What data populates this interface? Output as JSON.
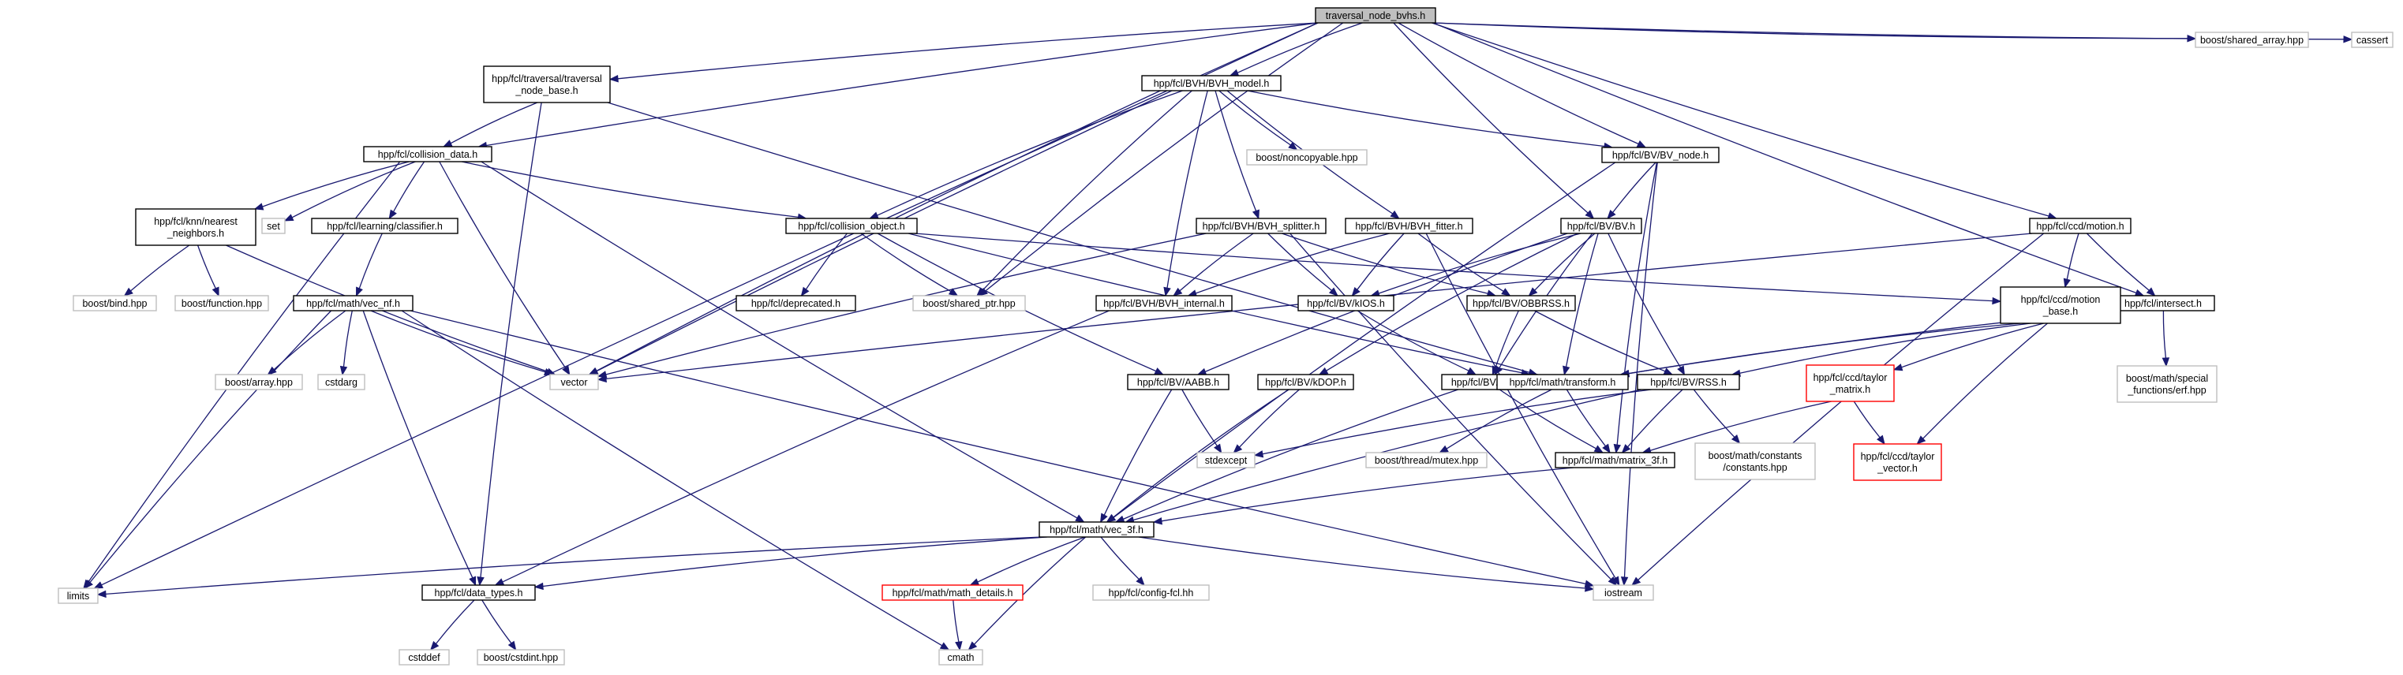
{
  "colors": {
    "edge": "#191970",
    "root_fill": "#bfbfbf",
    "root_border": "#000000",
    "documented_border": "#000000",
    "external_border": "#bfbfbf",
    "missing_border": "#ff0000",
    "node_fill": "#ffffff"
  },
  "nodes": [
    {
      "id": "root",
      "lines": [
        "traversal_node_bvhs.h"
      ],
      "kind": "root"
    },
    {
      "id": "limits",
      "lines": [
        "limits"
      ],
      "kind": "external"
    },
    {
      "id": "tnb",
      "lines": [
        "hpp/fcl/traversal/traversal",
        "_node_base.h"
      ],
      "kind": "documented"
    },
    {
      "id": "cd",
      "lines": [
        "hpp/fcl/collision_data.h"
      ],
      "kind": "documented"
    },
    {
      "id": "vector",
      "lines": [
        "vector"
      ],
      "kind": "external"
    },
    {
      "id": "bvhmodel",
      "lines": [
        "hpp/fcl/BVH/BVH_model.h"
      ],
      "kind": "documented"
    },
    {
      "id": "sharedarr",
      "lines": [
        "boost/shared_array.hpp"
      ],
      "kind": "external"
    },
    {
      "id": "cassert",
      "lines": [
        "cassert"
      ],
      "kind": "external"
    },
    {
      "id": "bvnode",
      "lines": [
        "hpp/fcl/BV/BV_node.h"
      ],
      "kind": "documented"
    },
    {
      "id": "noncopy",
      "lines": [
        "boost/noncopyable.hpp"
      ],
      "kind": "external"
    },
    {
      "id": "knn",
      "lines": [
        "hpp/fcl/knn/nearest",
        "_neighbors.h"
      ],
      "kind": "documented"
    },
    {
      "id": "set",
      "lines": [
        "set"
      ],
      "kind": "external"
    },
    {
      "id": "classifier",
      "lines": [
        "hpp/fcl/learning/classifier.h"
      ],
      "kind": "documented"
    },
    {
      "id": "colobj",
      "lines": [
        "hpp/fcl/collision_object.h"
      ],
      "kind": "documented"
    },
    {
      "id": "splitter",
      "lines": [
        "hpp/fcl/BVH/BVH_splitter.h"
      ],
      "kind": "documented"
    },
    {
      "id": "fitter",
      "lines": [
        "hpp/fcl/BVH/BVH_fitter.h"
      ],
      "kind": "documented"
    },
    {
      "id": "bv",
      "lines": [
        "hpp/fcl/BV/BV.h"
      ],
      "kind": "documented"
    },
    {
      "id": "motion",
      "lines": [
        "hpp/fcl/ccd/motion.h"
      ],
      "kind": "documented"
    },
    {
      "id": "intersect",
      "lines": [
        "hpp/fcl/intersect.h"
      ],
      "kind": "documented"
    },
    {
      "id": "bind",
      "lines": [
        "boost/bind.hpp"
      ],
      "kind": "external"
    },
    {
      "id": "func",
      "lines": [
        "boost/function.hpp"
      ],
      "kind": "external"
    },
    {
      "id": "vecnf",
      "lines": [
        "hpp/fcl/math/vec_nf.h"
      ],
      "kind": "documented"
    },
    {
      "id": "deprecated",
      "lines": [
        "hpp/fcl/deprecated.h"
      ],
      "kind": "documented"
    },
    {
      "id": "sharedptr",
      "lines": [
        "boost/shared_ptr.hpp"
      ],
      "kind": "external"
    },
    {
      "id": "bvhinternal",
      "lines": [
        "hpp/fcl/BVH/BVH_internal.h"
      ],
      "kind": "documented"
    },
    {
      "id": "kios",
      "lines": [
        "hpp/fcl/BV/kIOS.h"
      ],
      "kind": "documented"
    },
    {
      "id": "obbrss",
      "lines": [
        "hpp/fcl/BV/OBBRSS.h"
      ],
      "kind": "documented"
    },
    {
      "id": "motionbase",
      "lines": [
        "hpp/fcl/ccd/motion",
        "_base.h"
      ],
      "kind": "documented"
    },
    {
      "id": "boostarray",
      "lines": [
        "boost/array.hpp"
      ],
      "kind": "external"
    },
    {
      "id": "cstdarg",
      "lines": [
        "cstdarg"
      ],
      "kind": "external"
    },
    {
      "id": "aabb",
      "lines": [
        "hpp/fcl/BV/AABB.h"
      ],
      "kind": "documented"
    },
    {
      "id": "kdop",
      "lines": [
        "hpp/fcl/BV/kDOP.h"
      ],
      "kind": "documented"
    },
    {
      "id": "obb",
      "lines": [
        "hpp/fcl/BV/OBB.h"
      ],
      "kind": "documented"
    },
    {
      "id": "transform",
      "lines": [
        "hpp/fcl/math/transform.h"
      ],
      "kind": "documented"
    },
    {
      "id": "rss",
      "lines": [
        "hpp/fcl/BV/RSS.h"
      ],
      "kind": "documented"
    },
    {
      "id": "taylormatrix",
      "lines": [
        "hpp/fcl/ccd/taylor",
        "_matrix.h"
      ],
      "kind": "missing"
    },
    {
      "id": "erf",
      "lines": [
        "boost/math/special",
        "_functions/erf.hpp"
      ],
      "kind": "external"
    },
    {
      "id": "stdexcept",
      "lines": [
        "stdexcept"
      ],
      "kind": "external"
    },
    {
      "id": "mutex",
      "lines": [
        "boost/thread/mutex.hpp"
      ],
      "kind": "external"
    },
    {
      "id": "matrix3f",
      "lines": [
        "hpp/fcl/math/matrix_3f.h"
      ],
      "kind": "documented"
    },
    {
      "id": "constants",
      "lines": [
        "boost/math/constants",
        "/constants.hpp"
      ],
      "kind": "external"
    },
    {
      "id": "taylorvector",
      "lines": [
        "hpp/fcl/ccd/taylor",
        "_vector.h"
      ],
      "kind": "missing"
    },
    {
      "id": "vec3f",
      "lines": [
        "hpp/fcl/math/vec_3f.h"
      ],
      "kind": "documented"
    },
    {
      "id": "datatypes",
      "lines": [
        "hpp/fcl/data_types.h"
      ],
      "kind": "documented"
    },
    {
      "id": "mathdetails",
      "lines": [
        "hpp/fcl/math/math_details.h"
      ],
      "kind": "missing"
    },
    {
      "id": "config",
      "lines": [
        "hpp/fcl/config-fcl.hh"
      ],
      "kind": "external"
    },
    {
      "id": "iostream",
      "lines": [
        "iostream"
      ],
      "kind": "external"
    },
    {
      "id": "cstddef",
      "lines": [
        "cstddef"
      ],
      "kind": "external"
    },
    {
      "id": "cstdint",
      "lines": [
        "boost/cstdint.hpp"
      ],
      "kind": "external"
    },
    {
      "id": "cmath",
      "lines": [
        "cmath"
      ],
      "kind": "external"
    }
  ],
  "edges": [
    [
      "root",
      "limits"
    ],
    [
      "root",
      "tnb"
    ],
    [
      "root",
      "cd"
    ],
    [
      "root",
      "vector"
    ],
    [
      "root",
      "bvhmodel"
    ],
    [
      "root",
      "sharedarr"
    ],
    [
      "root",
      "cassert"
    ],
    [
      "root",
      "bvnode"
    ],
    [
      "root",
      "bv"
    ],
    [
      "root",
      "motion"
    ],
    [
      "root",
      "intersect"
    ],
    [
      "root",
      "sharedptr"
    ],
    [
      "tnb",
      "cd"
    ],
    [
      "tnb",
      "datatypes"
    ],
    [
      "tnb",
      "transform"
    ],
    [
      "cd",
      "colobj"
    ],
    [
      "cd",
      "knn"
    ],
    [
      "cd",
      "set"
    ],
    [
      "cd",
      "classifier"
    ],
    [
      "cd",
      "vector"
    ],
    [
      "cd",
      "limits"
    ],
    [
      "cd",
      "vec3f"
    ],
    [
      "bvhmodel",
      "noncopy"
    ],
    [
      "bvhmodel",
      "bvnode"
    ],
    [
      "bvhmodel",
      "colobj"
    ],
    [
      "bvhmodel",
      "splitter"
    ],
    [
      "bvhmodel",
      "fitter"
    ],
    [
      "bvhmodel",
      "sharedptr"
    ],
    [
      "bvhmodel",
      "bvhinternal"
    ],
    [
      "bvhmodel",
      "vector"
    ],
    [
      "bvnode",
      "bv"
    ],
    [
      "bvnode",
      "vec3f"
    ],
    [
      "bvnode",
      "iostream"
    ],
    [
      "bvnode",
      "matrix3f"
    ],
    [
      "knn",
      "bind"
    ],
    [
      "knn",
      "func"
    ],
    [
      "knn",
      "vector"
    ],
    [
      "classifier",
      "vecnf"
    ],
    [
      "colobj",
      "deprecated"
    ],
    [
      "colobj",
      "sharedptr"
    ],
    [
      "colobj",
      "aabb"
    ],
    [
      "colobj",
      "transform"
    ],
    [
      "colobj",
      "motionbase"
    ],
    [
      "splitter",
      "bvhinternal"
    ],
    [
      "splitter",
      "kios"
    ],
    [
      "splitter",
      "obbrss"
    ],
    [
      "splitter",
      "vector"
    ],
    [
      "splitter",
      "iostream"
    ],
    [
      "fitter",
      "bvhinternal"
    ],
    [
      "fitter",
      "kios"
    ],
    [
      "fitter",
      "obbrss"
    ],
    [
      "fitter",
      "iostream"
    ],
    [
      "bv",
      "kios"
    ],
    [
      "bv",
      "obbrss"
    ],
    [
      "bv",
      "rss"
    ],
    [
      "bv",
      "kdop"
    ],
    [
      "bv",
      "obb"
    ],
    [
      "bv",
      "transform"
    ],
    [
      "bv",
      "aabb"
    ],
    [
      "motion",
      "motionbase"
    ],
    [
      "motion",
      "intersect"
    ],
    [
      "motion",
      "iostream"
    ],
    [
      "motion",
      "vector"
    ],
    [
      "intersect",
      "erf"
    ],
    [
      "intersect",
      "transform"
    ],
    [
      "vecnf",
      "boostarray"
    ],
    [
      "vecnf",
      "cstdarg"
    ],
    [
      "vecnf",
      "vector"
    ],
    [
      "vecnf",
      "limits"
    ],
    [
      "vecnf",
      "datatypes"
    ],
    [
      "vecnf",
      "cmath"
    ],
    [
      "vecnf",
      "iostream"
    ],
    [
      "bvhinternal",
      "datatypes"
    ],
    [
      "kios",
      "obb"
    ],
    [
      "obbrss",
      "obb"
    ],
    [
      "obbrss",
      "rss"
    ],
    [
      "motionbase",
      "taylormatrix"
    ],
    [
      "motionbase",
      "taylorvector"
    ],
    [
      "motionbase",
      "rss"
    ],
    [
      "motionbase",
      "transform"
    ],
    [
      "aabb",
      "stdexcept"
    ],
    [
      "aabb",
      "vec3f"
    ],
    [
      "kdop",
      "stdexcept"
    ],
    [
      "kdop",
      "vec3f"
    ],
    [
      "obb",
      "matrix3f"
    ],
    [
      "obb",
      "vec3f"
    ],
    [
      "transform",
      "matrix3f"
    ],
    [
      "transform",
      "mutex"
    ],
    [
      "rss",
      "matrix3f"
    ],
    [
      "rss",
      "constants"
    ],
    [
      "rss",
      "stdexcept"
    ],
    [
      "rss",
      "vec3f"
    ],
    [
      "taylormatrix",
      "taylorvector"
    ],
    [
      "taylormatrix",
      "matrix3f"
    ],
    [
      "matrix3f",
      "vec3f"
    ],
    [
      "vec3f",
      "mathdetails"
    ],
    [
      "vec3f",
      "config"
    ],
    [
      "vec3f",
      "datatypes"
    ],
    [
      "vec3f",
      "iostream"
    ],
    [
      "vec3f",
      "limits"
    ],
    [
      "vec3f",
      "cmath"
    ],
    [
      "mathdetails",
      "cmath"
    ],
    [
      "datatypes",
      "cstddef"
    ],
    [
      "datatypes",
      "cstdint"
    ]
  ]
}
